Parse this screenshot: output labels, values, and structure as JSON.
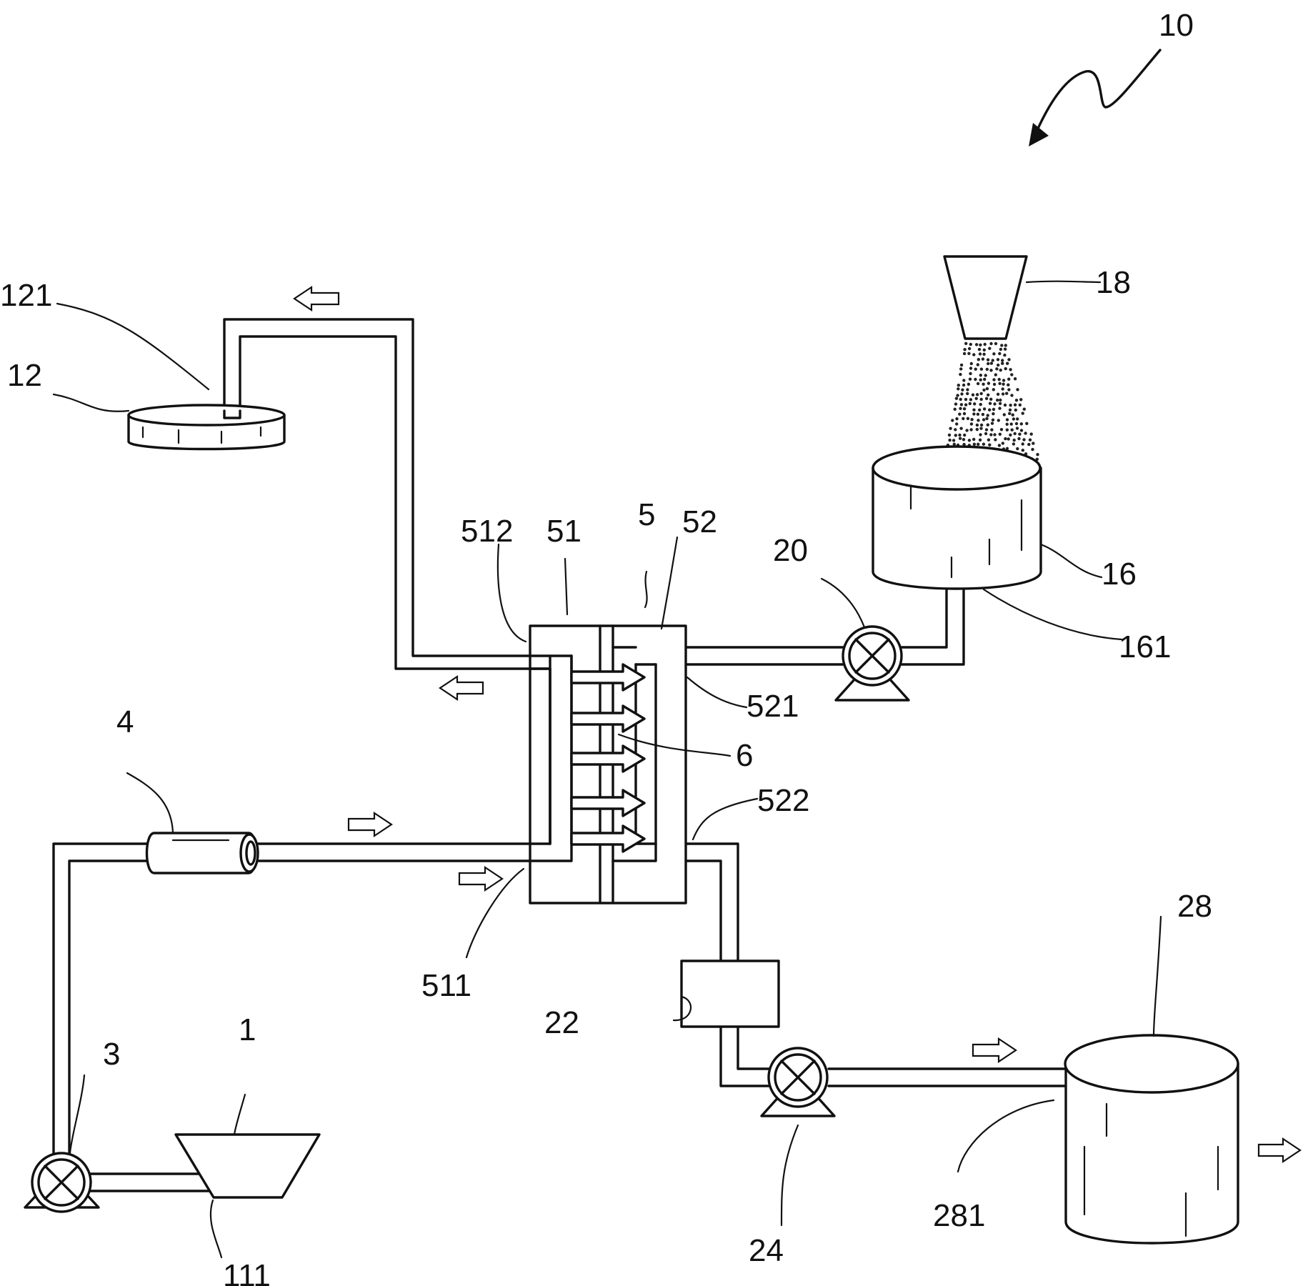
{
  "figure_number": "10",
  "labels": {
    "l1": "1",
    "l111": "111",
    "l3": "3",
    "l4": "4",
    "l5": "5",
    "l51": "51",
    "l511": "511",
    "l512": "512",
    "l52": "52",
    "l521": "521",
    "l522": "522",
    "l6": "6",
    "l12": "12",
    "l121": "121",
    "l16": "16",
    "l161": "161",
    "l18": "18",
    "l20": "20",
    "l22": "22",
    "l24": "24",
    "l28": "28",
    "l281": "281"
  }
}
